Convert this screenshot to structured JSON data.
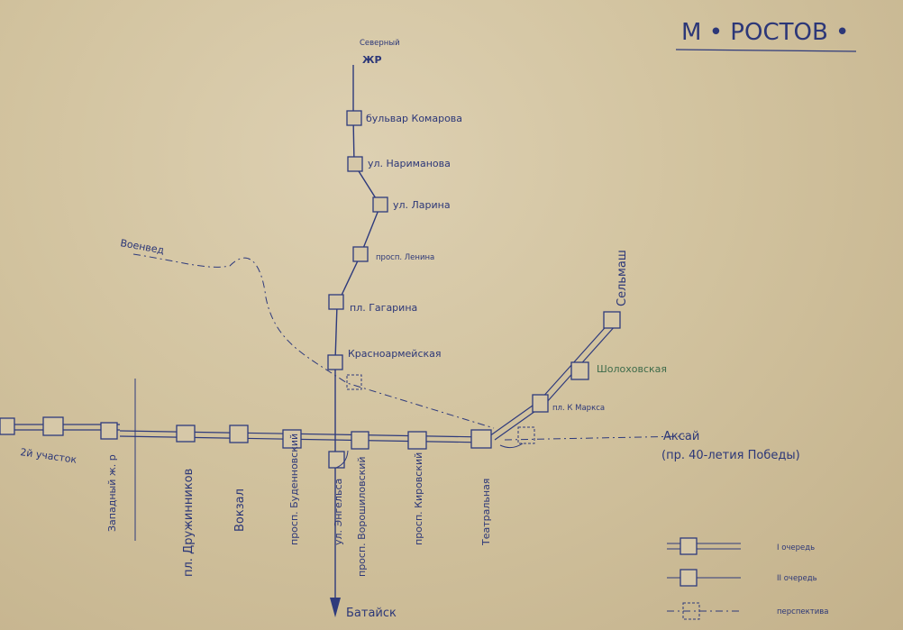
{
  "map": {
    "title": "М • РОСТОВ •",
    "lines": {
      "north": {
        "terminus": [
          "Северный",
          "ЖР"
        ],
        "stations": [
          "бульвар Комарова",
          "ул. Нариманова",
          "ул. Ларина",
          "просп. Ленина",
          "пл. Гагарина",
          "Красноармейская"
        ]
      },
      "east": {
        "stations": [
          "пл. К Маркса",
          "Шолоховская",
          "Сельмаш"
        ]
      },
      "main": {
        "left_label": "2й участок",
        "stations": [
          "Западный ж. р",
          "пл. Дружинников",
          "Вокзал",
          "просп. Буденновский",
          "ул. Энгельса",
          "просп. Ворошиловский",
          "просп. Кировский",
          "Театральная"
        ],
        "aksay": [
          "Аксай",
          "(пр. 40-летия Победы)"
        ]
      }
    },
    "branch_labels": {
      "voenved": "Военвед",
      "bataysk": "Батайск"
    },
    "legend": {
      "first_queue": "I очередь",
      "second_queue": "II очередь",
      "prospective": "перспектива"
    }
  },
  "colors": {
    "paper": "#d2c39f",
    "ink": "#2e3a7c",
    "green_ink": "#3d6a4a"
  }
}
